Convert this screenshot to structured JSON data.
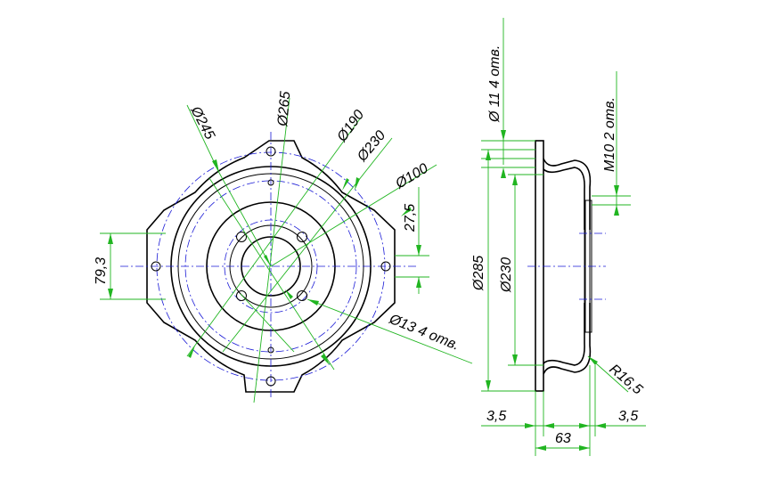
{
  "colors": {
    "dimension": "#21b521",
    "centerline": "#1a1ad6",
    "outline": "#000000"
  },
  "labels": {
    "d245": "Ø245",
    "d265": "Ø265",
    "d190": "Ø190",
    "d230_front": "Ø230",
    "d100": "Ø100",
    "dim_27_5": "27,5",
    "dim_79_3": "79,3",
    "holes_13": "Ø13  4 отв.",
    "holes_11": "Ø 11  4 отв.",
    "thread_m10": "M10 2 отв.",
    "d285": "Ø285",
    "d230_side": "Ø230",
    "radius": "R16,5",
    "dim_3_5_left": "3,5",
    "dim_3_5_right": "3,5",
    "dim_63": "63"
  }
}
